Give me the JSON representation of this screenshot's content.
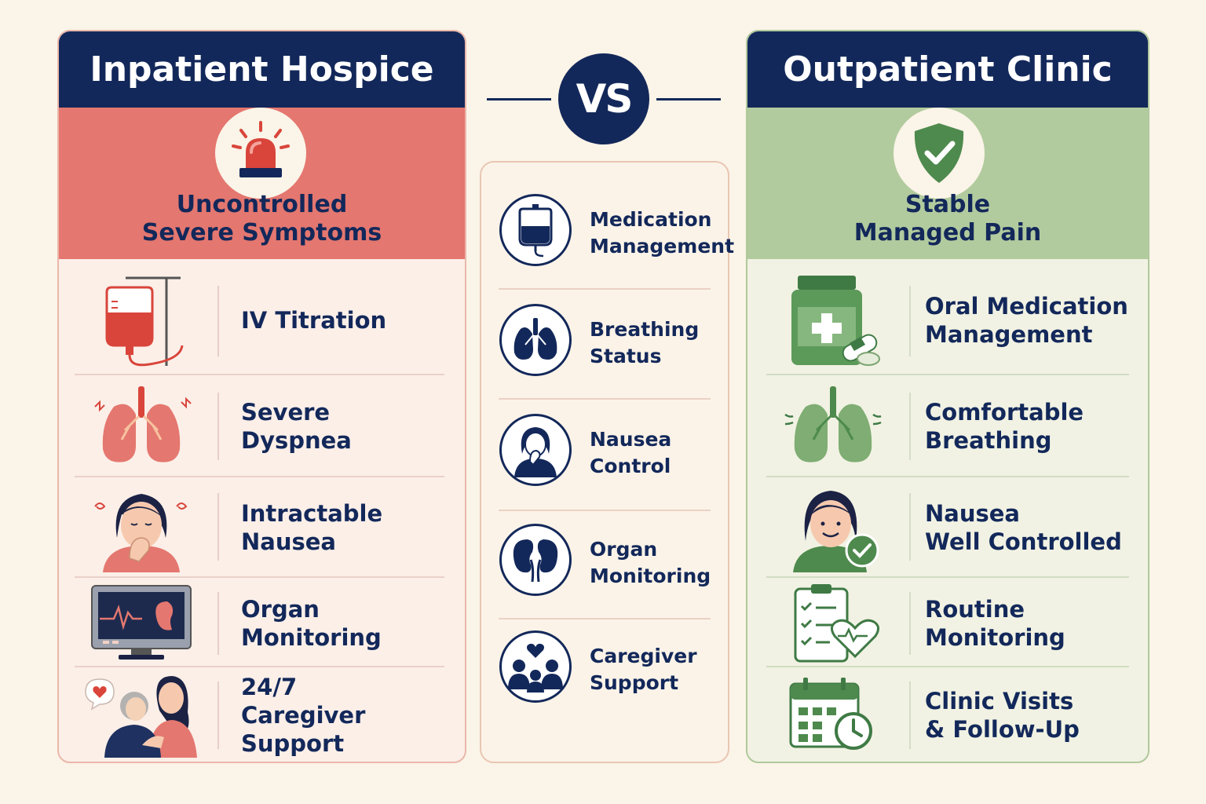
{
  "left": {
    "title": "Inpatient Hospice",
    "band_line1": "Uncontrolled",
    "band_line2": "Severe Symptoms",
    "band_icon": "alarm-siren-icon",
    "items": [
      {
        "line1": "IV Titration",
        "line2": "",
        "icon": "iv-bag-icon"
      },
      {
        "line1": "Severe Dyspnea",
        "line2": "",
        "icon": "lungs-icon"
      },
      {
        "line1": "Intractable Nausea",
        "line2": "",
        "icon": "nauseous-woman-icon"
      },
      {
        "line1": "Organ Monitoring",
        "line2": "",
        "icon": "monitor-kidney-icon"
      },
      {
        "line1": "24/7",
        "line2": "Caregiver Support",
        "icon": "caregiver-hug-icon"
      }
    ]
  },
  "center": {
    "vs": "VS",
    "items": [
      {
        "line1": "Medication",
        "line2": "Management",
        "icon": "iv-bag-icon"
      },
      {
        "line1": "Breathing",
        "line2": "Status",
        "icon": "lungs-icon"
      },
      {
        "line1": "Nausea",
        "line2": "Control",
        "icon": "nauseous-person-icon"
      },
      {
        "line1": "Organ",
        "line2": "Monitoring",
        "icon": "kidneys-icon"
      },
      {
        "line1": "Caregiver",
        "line2": "Support",
        "icon": "people-heart-icon"
      }
    ]
  },
  "right": {
    "title": "Outpatient Clinic",
    "band_line1": "Stable",
    "band_line2": "Managed Pain",
    "band_icon": "shield-check-icon",
    "items": [
      {
        "line1": "Oral Medication",
        "line2": "Management",
        "icon": "pill-bottle-icon"
      },
      {
        "line1": "Comfortable",
        "line2": "Breathing",
        "icon": "lungs-icon"
      },
      {
        "line1": "Nausea",
        "line2": "Well Controlled",
        "icon": "happy-woman-check-icon"
      },
      {
        "line1": "Routine",
        "line2": "Monitoring",
        "icon": "clipboard-heart-icon"
      },
      {
        "line1": "Clinic Visits",
        "line2": "& Follow-Up",
        "icon": "calendar-clock-icon"
      }
    ]
  },
  "colors": {
    "navy": "#13285a",
    "red_band": "#e4776f",
    "green_band": "#b2cb9e",
    "background": "#fbf4e8"
  }
}
